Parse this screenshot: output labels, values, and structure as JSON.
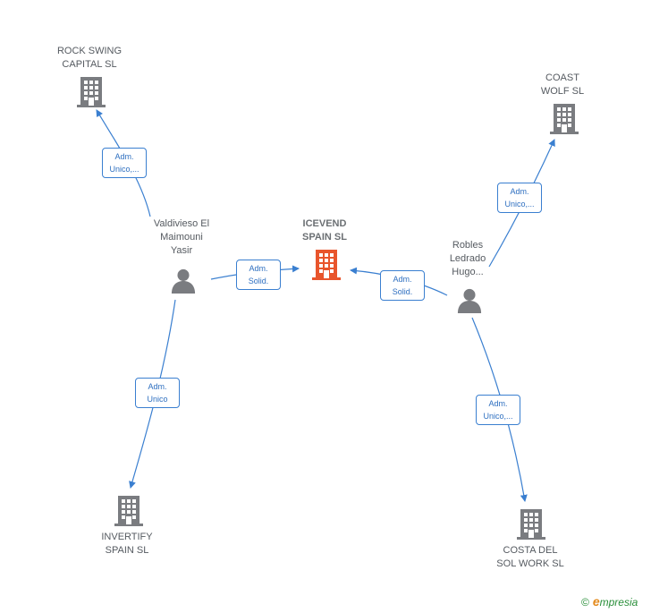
{
  "colors": {
    "edge": "#3a7fd0",
    "building": "#7a7c80",
    "building_focus": "#e8552c",
    "person": "#7a7c80"
  },
  "nodes": {
    "rock_swing": {
      "label": "ROCK SWING\nCAPITAL  SL",
      "icon": "building-icon"
    },
    "coast_wolf": {
      "label": "COAST\nWOLF  SL",
      "icon": "building-icon"
    },
    "icevend": {
      "label": "ICEVEND\nSPAIN  SL",
      "icon": "building-icon"
    },
    "valdivieso": {
      "label": "Valdivieso El\nMaimouni\nYasir",
      "icon": "person-icon"
    },
    "robles": {
      "label": "Robles\nLedrado\nHugo...",
      "icon": "person-icon"
    },
    "invertify": {
      "label": "INVERTIFY\nSPAIN  SL",
      "icon": "building-icon"
    },
    "costa_del_sol": {
      "label": "COSTA DEL\nSOL WORK  SL",
      "icon": "building-icon"
    }
  },
  "edges": {
    "valdivieso_rock": "Adm.\nUnico,...",
    "valdivieso_icevend": "Adm.\nSolid.",
    "valdivieso_invertify": "Adm.\nUnico",
    "robles_coast": "Adm.\nUnico,...",
    "robles_icevend": "Adm.\nSolid.",
    "robles_costa": "Adm.\nUnico,..."
  },
  "footer": {
    "copyright": "©",
    "brand_initial": "e",
    "brand_rest": "mpresia"
  }
}
